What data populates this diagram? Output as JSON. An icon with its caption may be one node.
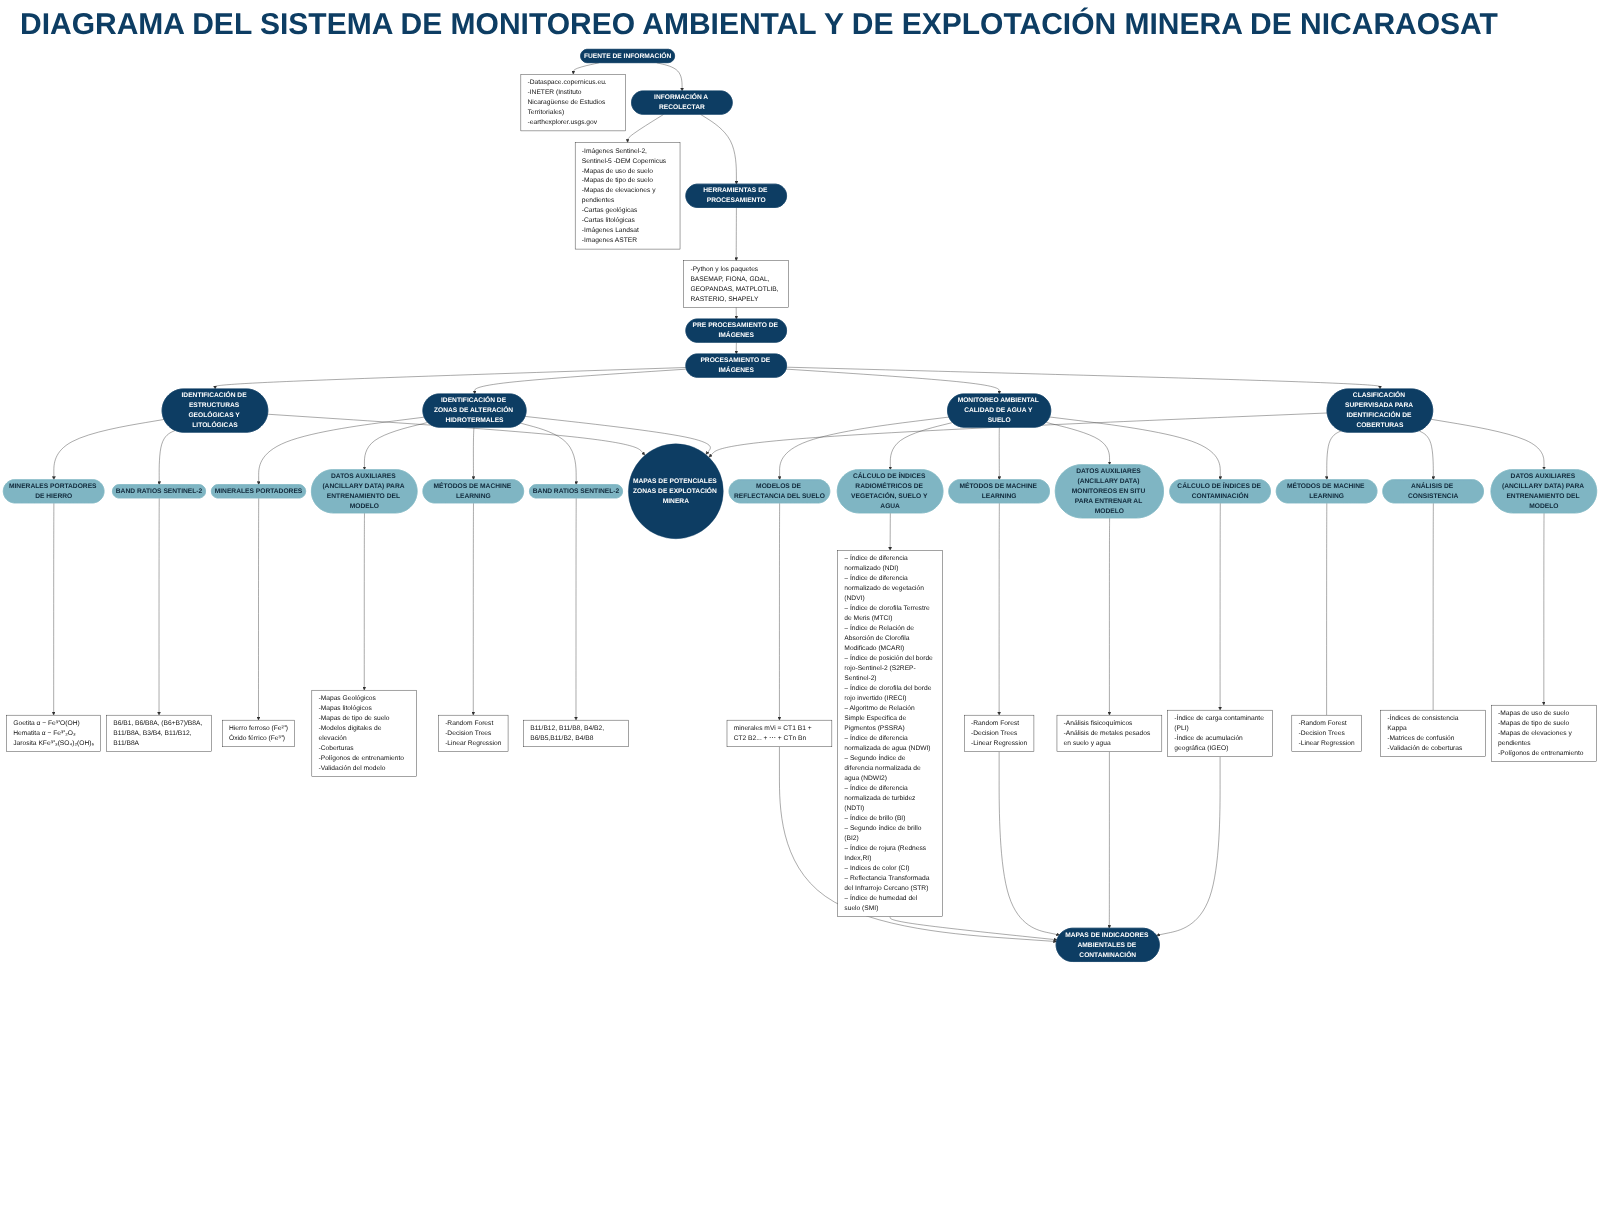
{
  "diagram": {
    "title": "DIAGRAMA DEL SISTEMA DE MONITOREO AMBIENTAL Y DE EXPLOTACIÓN MINERA DE NICARAOSAT",
    "nodes": [
      {
        "text": [
          "FUENTE DE INFORMACIÓN"
        ]
      },
      {
        "text": [
          "-Dataspace.copernicus.eu.",
          "-INETER (Instituto Nicaragüense de Estudios Territoriales)",
          "-earthexplorer.usgs.gov"
        ]
      },
      {
        "text": [
          "INFORMACIÓN A RECOLECTAR"
        ]
      },
      {
        "text": [
          "-Imágenes Sentinel-2, Sentinel-5 -DEM Copernicus",
          "-Mapas de uso de suelo",
          "-Mapas de tipo de suelo",
          "-Mapas de elevaciones y pendientes",
          "-Cartas geológicas",
          "-Cartas litológicas",
          "-Imágenes Landsat",
          "-Imagenes ASTER"
        ]
      },
      {
        "text": [
          "HERRAMIENTAS DE PROCESAMIENTO"
        ]
      },
      {
        "text": [
          "-Python y los paquetes BASEMAP, FIONA, GDAL, GEOPANDAS, MATPLOTLIB, RASTERIO, SHAPELY"
        ]
      },
      {
        "text": [
          "PRE PROCESAMIENTO DE IMÁGENES"
        ]
      },
      {
        "text": [
          "PROCESAMIENTO DE IMÁGENES"
        ]
      },
      {
        "text": [
          "CLASIFICACIÓN SUPERVISADA PARA IDENTIFICACIÓN DE COBERTURAS"
        ]
      },
      {
        "text": [
          "IDENTIFICACIÓN DE ESTRUCTURAS GEOLÓGICAS Y LITOLÓGICAS"
        ]
      },
      {
        "text": [
          "MINERALES PORTADORES DE HIERRO"
        ]
      },
      {
        "text": [
          "Goetita α − Fe³⁺O(OH)",
          "Hematita α − Fe³⁺₂O₃",
          "Jarosita KFe³⁺₃(SO₄)₂(OH)₆"
        ]
      },
      {
        "text": [
          "BAND RATIOS SENTINEL-2"
        ]
      },
      {
        "text": [
          "B6/B1, B6/B8A, (B6+B7)/B8A, B11/B8A, B3/B4, B11/B12, B11/B8A"
        ]
      },
      {
        "text": [
          "IDENTIFICACIÓN DE ZONAS DE ALTERACIÓN HIDROTERMALES"
        ]
      },
      {
        "text": [
          "MINERALES PORTADORES"
        ]
      },
      {
        "text": [
          "Hierro ferroso (Fe²⁺)",
          "Óxido férrico (Fe³⁺)"
        ]
      },
      {
        "text": [
          "DATOS AUXILIARES (ANCILLARY DATA) PARA ENTRENAMIENTO DEL MODELO"
        ]
      },
      {
        "text": [
          "-Mapas Geológicos",
          "-Mapas litológicos",
          "-Mapas de tipo de suelo",
          "-Modelos digitales de elevación",
          "-Coberturas",
          "-Polígonos de entrenamiento",
          "-Validación del modelo"
        ]
      },
      {
        "text": [
          "MÉTODOS DE MACHINE LEARNING"
        ]
      },
      {
        "text": [
          "-Random Forest",
          "-Decision Trees",
          "-Linear Regression"
        ]
      },
      {
        "text": [
          "BAND RATIOS SENTINEL-2"
        ]
      },
      {
        "text": [
          "B11/B12, B11/B8, B4/B2, B6/B5,B11/B2, B4/B8"
        ]
      },
      {
        "text": [
          "MAPAS DE POTENCIALES ZONAS DE EXPLOTACIÓN MINERA"
        ]
      },
      {
        "text": [
          "MONITOREO AMBIENTAL CALIDAD DE AGUA Y SUELO"
        ]
      },
      {
        "text": [
          "MODELOS DE REFLECTANCIA DEL SUELO"
        ]
      },
      {
        "text": [
          "minerales mVi = CT1 B1 + CT2 B2... + ⋯ + CTn Bn"
        ]
      },
      {
        "text": [
          "CÁLCULO DE ÍNDICES RADIOMÉTRICOS DE VEGETACIÓN, SUELO Y AGUA"
        ]
      },
      {
        "text": [
          "– Índice de diferencia normalizado (NDI)",
          "– Índice de diferencia normalizado de vegetación (NDVI)",
          "– Índice de clorofila Terrestre de Meris (MTCI)",
          "– Índice de Relación de Absorción de Clorofila Modificado (MCARI)",
          "– Índice de posición del borde rojo-Sentinel-2 (S2REP-Sentinel-2)",
          "– Índice de clorofila del borde rojo invertido (IRECI)",
          "– Algoritmo de Relación Simple Especifica de Pigmentos (PSSRA)",
          "– Índice de diferencia normalizada de agua (NDWI)",
          "– Segundo Índice de diferencia normalizada de agua (NDWI2)",
          "– Índice de diferencia normalizada de turbidez (NDTI)",
          "– Índice de brillo (BI)",
          "– Segundo índice de brillo (BI2)",
          "– Índice de rojura (Redness Index,RI)",
          "– Indices de color (CI)",
          "– Reflectancia Transformada del Infrarrojo Cercano (STR)",
          "– Índice de humedad del suelo (SMI)"
        ]
      },
      {
        "text": [
          "MÉTODOS DE MACHINE LEARNING"
        ]
      },
      {
        "text": [
          "-Random Forest",
          "-Decision Trees",
          "-Linear Regression"
        ]
      },
      {
        "text": [
          "DATOS AUXILIARES (ANCILLARY DATA) MONITOREOS EN SITU PARA ENTRENAR AL MODELO"
        ]
      },
      {
        "text": [
          "-Análisis fisicoquímicos",
          "-Análisis de metales pesados en suelo y agua"
        ]
      },
      {
        "text": [
          "CÁLCULO DE ÍNDICES DE CONTAMINACIÓN"
        ]
      },
      {
        "text": [
          "-Índice de carga contaminante (PLI)",
          "-Índice de acumulación geográfica (IGEO)"
        ]
      },
      {
        "text": [
          "MAPAS DE INDICADORES AMBIENTALES DE CONTAMINACIÓN"
        ]
      },
      {
        "text": [
          "MÉTODOS DE MACHINE LEARNING"
        ]
      },
      {
        "text": [
          "-Random Forest",
          "-Decision Trees",
          "-Linear Regression"
        ]
      },
      {
        "text": [
          "ANÁLISIS DE CONSISTENCIA"
        ]
      },
      {
        "text": [
          "-Índices de consistencia Kappa",
          "-Matrices de confusión",
          "-Validación de coberturas"
        ]
      },
      {
        "text": [
          "DATOS AUXILIARES (ANCILLARY DATA) PARA ENTRENAMIENTO DEL MODELO"
        ]
      },
      {
        "text": [
          "-Mapas de uso de suelo",
          "-Mapas de tipo de suelo",
          "-Mapas de elevaciones y pendientes",
          "-Polígonos de entrenamiento"
        ]
      }
    ],
    "edges": [
      {
        "from": 0,
        "to": 2,
        "arrow": "to"
      },
      {
        "from": 2,
        "to": 4,
        "arrow": "to"
      },
      {
        "from": 0,
        "to": 1,
        "arrow": "to"
      },
      {
        "from": 2,
        "to": 3,
        "arrow": "to"
      },
      {
        "from": 4,
        "to": 5,
        "arrow": "to"
      },
      {
        "from": 5,
        "to": 6,
        "arrow": "to"
      },
      {
        "from": 6,
        "to": 7,
        "arrow": "to"
      },
      {
        "from": 7,
        "to": 8,
        "arrow": "to"
      },
      {
        "from": 7,
        "to": 24,
        "arrow": "to"
      },
      {
        "from": 7,
        "to": 9,
        "arrow": "to"
      },
      {
        "from": 7,
        "to": 14,
        "arrow": "to"
      },
      {
        "from": 9,
        "to": 10,
        "arrow": "to"
      },
      {
        "from": 9,
        "to": 12,
        "arrow": "to"
      },
      {
        "from": 10,
        "to": 11,
        "arrow": "to"
      },
      {
        "from": 12,
        "to": 13,
        "arrow": "to"
      },
      {
        "from": 9,
        "to": 23,
        "arrow": "to"
      },
      {
        "from": 14,
        "to": 23,
        "arrow": "to"
      },
      {
        "from": 14,
        "to": 15,
        "arrow": "to"
      },
      {
        "from": 14,
        "to": 17,
        "arrow": "to"
      },
      {
        "from": 14,
        "to": 19,
        "arrow": "to"
      },
      {
        "from": 14,
        "to": 21,
        "arrow": "to"
      },
      {
        "from": 15,
        "to": 16,
        "arrow": "to"
      },
      {
        "from": 17,
        "to": 18,
        "arrow": "to"
      },
      {
        "from": 19,
        "to": 20,
        "arrow": "to"
      },
      {
        "from": 21,
        "to": 22,
        "arrow": "to"
      },
      {
        "from": 8,
        "to": 36,
        "arrow": "to"
      },
      {
        "from": 8,
        "to": 38,
        "arrow": "to"
      },
      {
        "from": 8,
        "to": 40,
        "arrow": "to"
      },
      {
        "from": 8,
        "to": 23,
        "arrow": "to"
      },
      {
        "from": 36,
        "to": 37,
        "arrow": "none"
      },
      {
        "from": 38,
        "to": 39,
        "arrow": "none"
      },
      {
        "from": 40,
        "to": 41,
        "arrow": "to"
      },
      {
        "from": 24,
        "to": 25,
        "arrow": "to"
      },
      {
        "from": 24,
        "to": 27,
        "arrow": "to"
      },
      {
        "from": 24,
        "to": 29,
        "arrow": "to"
      },
      {
        "from": 24,
        "to": 31,
        "arrow": "to"
      },
      {
        "from": 24,
        "to": 33,
        "arrow": "to"
      },
      {
        "from": 25,
        "to": 26,
        "arrow": "to"
      },
      {
        "from": 27,
        "to": 28,
        "arrow": "to"
      },
      {
        "from": 29,
        "to": 30,
        "arrow": "to"
      },
      {
        "from": 31,
        "to": 32,
        "arrow": "to"
      },
      {
        "from": 33,
        "to": 34,
        "arrow": "to"
      },
      {
        "from": 26,
        "to": 35,
        "arrow": "to"
      },
      {
        "from": 28,
        "to": 35,
        "arrow": "to"
      },
      {
        "from": 30,
        "to": 35,
        "arrow": "to"
      },
      {
        "from": 32,
        "to": 35,
        "arrow": "to"
      },
      {
        "from": 34,
        "to": 35,
        "arrow": "to"
      }
    ]
  }
}
